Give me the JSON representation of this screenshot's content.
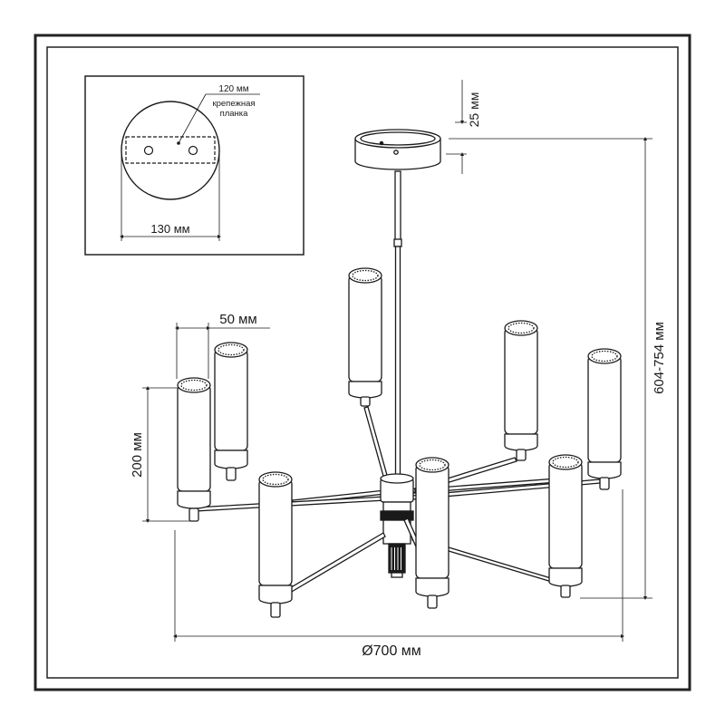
{
  "inset": {
    "bar_width_label": "120 мм",
    "bar_name_line1": "крепежная",
    "bar_name_line2": "планка",
    "canopy_diameter_label": "130 мм"
  },
  "dimensions": {
    "canopy_height": "25 мм",
    "total_height": "604-754 мм",
    "shade_diameter": "50 мм",
    "shade_height": "200 мм",
    "total_diameter": "Ø700 мм"
  },
  "colors": {
    "line": "#1a1a1a",
    "fill": "#ffffff",
    "frame": "#222222"
  }
}
